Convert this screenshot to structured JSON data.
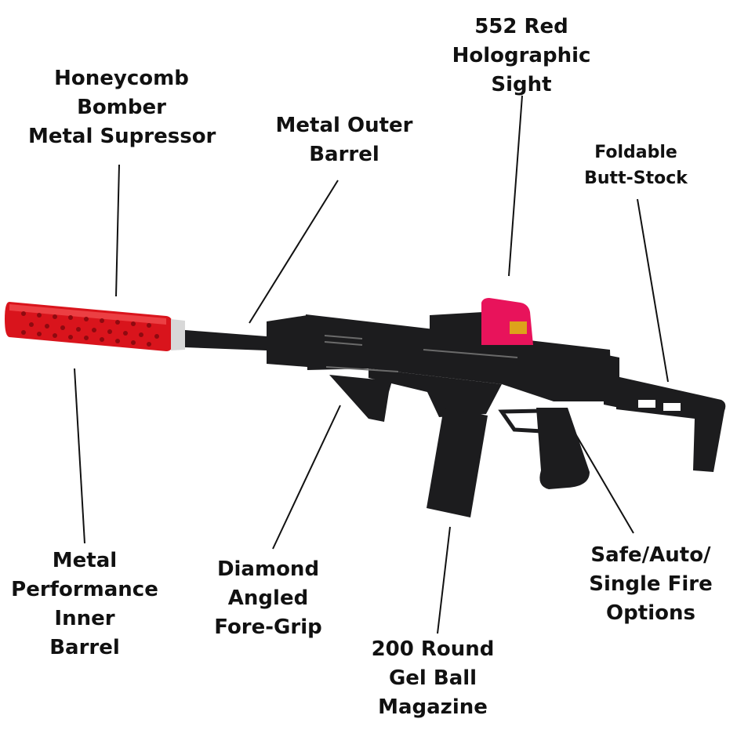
{
  "colors": {
    "suppressor_red": "#d9141c",
    "sight_pink": "#e8135b",
    "gun_black": "#1c1c1e",
    "line": "#111111"
  },
  "labels": {
    "suppressor": [
      "Honeycomb",
      "Bomber",
      "Metal Supressor"
    ],
    "outer_barrel": [
      "Metal Outer",
      "Barrel"
    ],
    "sight": [
      "552 Red",
      "Holographic",
      "Sight"
    ],
    "stock": [
      "Foldable",
      "Butt-Stock"
    ],
    "inner_barrel": [
      "Metal",
      "Performance",
      "Inner",
      "Barrel"
    ],
    "foregrip": [
      "Diamond",
      "Angled",
      "Fore-Grip"
    ],
    "magazine": [
      "200 Round",
      "Gel Ball",
      "Magazine"
    ],
    "fire_modes": [
      "Safe/Auto/",
      "Single Fire",
      "Options"
    ]
  }
}
